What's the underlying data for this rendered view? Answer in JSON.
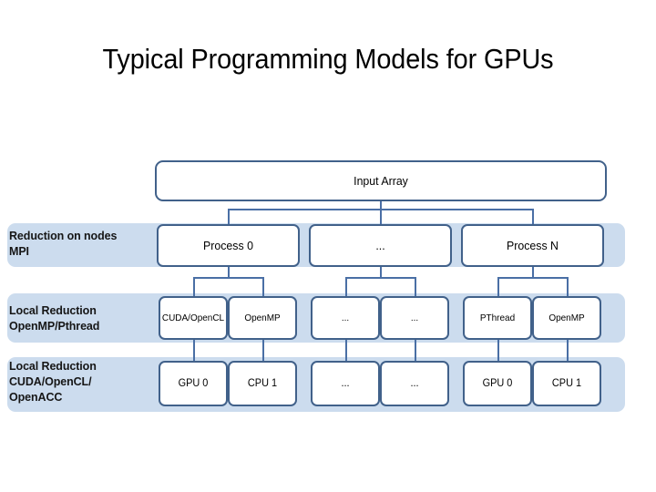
{
  "slide": {
    "title": "Typical Programming Models for GPUs",
    "colors": {
      "box_border": "#41618a",
      "box_fill": "#ffffff",
      "band_fill": "#ccdcee",
      "connector": "#4a6fa5",
      "text": "#000000"
    }
  },
  "diagram": {
    "root": {
      "label": "Input Array"
    },
    "rows": [
      {
        "band_label": "Reduction on nodes\nMPI",
        "boxes": [
          {
            "label": "Process 0"
          },
          {
            "label": "..."
          },
          {
            "label": "Process N"
          }
        ]
      },
      {
        "band_label": "Local Reduction\nOpenMP/Pthread",
        "boxes": [
          {
            "label": "CUDA/OpenCL"
          },
          {
            "label": "OpenMP"
          },
          {
            "label": "..."
          },
          {
            "label": "..."
          },
          {
            "label": "PThread"
          },
          {
            "label": "OpenMP"
          }
        ]
      },
      {
        "band_label": "Local Reduction\nCUDA/OpenCL/\nOpenACC",
        "boxes": [
          {
            "label": "GPU 0"
          },
          {
            "label": "CPU 1"
          },
          {
            "label": "..."
          },
          {
            "label": "..."
          },
          {
            "label": "GPU 0"
          },
          {
            "label": "CPU 1"
          }
        ]
      }
    ]
  }
}
